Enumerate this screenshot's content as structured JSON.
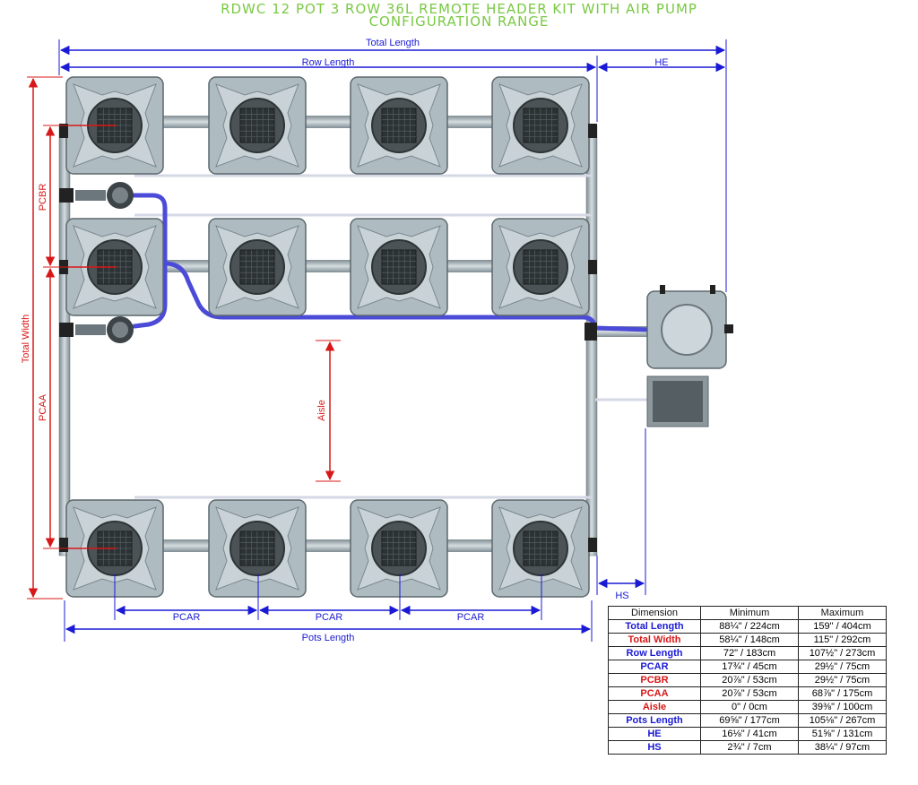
{
  "title": {
    "line1": "RDWC 12 POT 3 ROW 36L REMOTE HEADER KIT WITH AIR PUMP",
    "line2": "CONFIGURATION RANGE"
  },
  "labels": {
    "total_length": "Total Length",
    "row_length": "Row Length",
    "he": "HE",
    "hs": "HS",
    "total_width": "Total Width",
    "pcbr": "PCBR",
    "pcaa": "PCAA",
    "aisle": "Aisle",
    "pcar": "PCAR",
    "pots_length": "Pots Length"
  },
  "colors": {
    "title": "#7ac943",
    "blue_dim": "#1a1ad6",
    "red_dim": "#d81818",
    "pipe": "#9aa8ae",
    "pot": "#aebbc1",
    "hose": "#4b4bd8"
  },
  "table": {
    "headers": [
      "Dimension",
      "Minimum",
      "Maximum"
    ],
    "rows": [
      {
        "name": "Total Length",
        "min": "88¼\" / 224cm",
        "max": "159\" / 404cm",
        "color": "#1a1ad6"
      },
      {
        "name": "Total Width",
        "min": "58¼\" / 148cm",
        "max": "115\" / 292cm",
        "color": "#d81818"
      },
      {
        "name": "Row Length",
        "min": "72\" / 183cm",
        "max": "107½\" / 273cm",
        "color": "#1a1ad6"
      },
      {
        "name": "PCAR",
        "min": "17¾\" / 45cm",
        "max": "29½\" / 75cm",
        "color": "#1a1ad6"
      },
      {
        "name": "PCBR",
        "min": "20⅞\" / 53cm",
        "max": "29½\" / 75cm",
        "color": "#d81818"
      },
      {
        "name": "PCAA",
        "min": "20⅞\" / 53cm",
        "max": "68⅞\" / 175cm",
        "color": "#d81818"
      },
      {
        "name": "Aisle",
        "min": "0\" / 0cm",
        "max": "39⅜\" / 100cm",
        "color": "#d81818"
      },
      {
        "name": "Pots Length",
        "min": "69⅝\" / 177cm",
        "max": "105⅛\" / 267cm",
        "color": "#1a1ad6"
      },
      {
        "name": "HE",
        "min": "16⅛\" / 41cm",
        "max": "51⅝\" / 131cm",
        "color": "#1a1ad6"
      },
      {
        "name": "HS",
        "min": "2¾\" / 7cm",
        "max": "38¼\" / 97cm",
        "color": "#1a1ad6"
      }
    ]
  }
}
